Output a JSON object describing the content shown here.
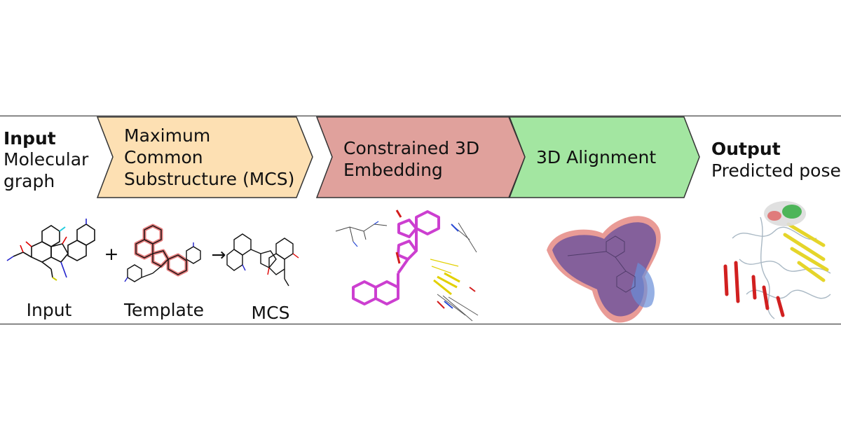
{
  "input": {
    "title": "Input",
    "desc": "Molecular\ngraph"
  },
  "steps": [
    {
      "label": "Maximum\nCommon\nSubstructure (MCS)",
      "fill": "#fde0b3"
    },
    {
      "label": "Constrained 3D\nEmbedding",
      "fill": "#e0a19c"
    },
    {
      "label": "3D Alignment",
      "fill": "#a3e6a1"
    }
  ],
  "output": {
    "title": "Output",
    "desc": "Predicted pose"
  },
  "captions": {
    "input": "Input",
    "template": "Template",
    "mcs": "MCS"
  },
  "symbols": {
    "plus": "+",
    "arrow": "→"
  }
}
